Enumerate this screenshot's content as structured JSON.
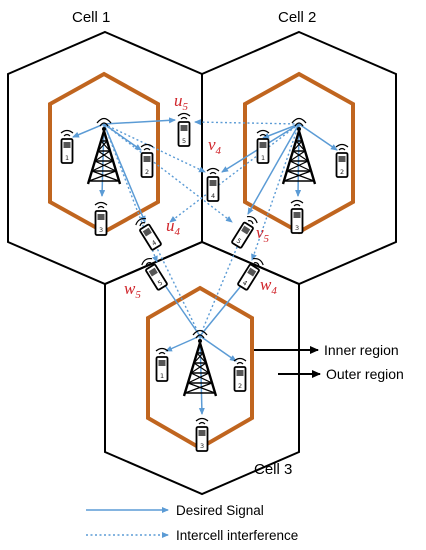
{
  "cells": [
    {
      "id": "cell1",
      "label": "Cell 1"
    },
    {
      "id": "cell2",
      "label": "Cell 2"
    },
    {
      "id": "cell3",
      "label": "Cell 3"
    }
  ],
  "region_labels": {
    "inner": "Inner region",
    "outer": "Outer region"
  },
  "edge_users": {
    "u5": {
      "base": "u",
      "sub": "5"
    },
    "v4": {
      "base": "v",
      "sub": "4"
    },
    "u4": {
      "base": "u",
      "sub": "4"
    },
    "v5": {
      "base": "v",
      "sub": "5"
    },
    "w5": {
      "base": "w",
      "sub": "5"
    },
    "w4": {
      "base": "w",
      "sub": "4"
    }
  },
  "device_numbers": {
    "c1": [
      "1",
      "2",
      "3"
    ],
    "c2": [
      "1",
      "2",
      "3"
    ],
    "c3": [
      "1",
      "2",
      "3"
    ],
    "edge": {
      "u5": "5",
      "v4": "4",
      "u4": "4",
      "v5": "5",
      "w5": "5",
      "w4": "4"
    }
  },
  "legend": {
    "desired": "Desired Signal",
    "interference": "Intercell interference"
  },
  "colors": {
    "hexagon": "#000000",
    "inner_region": "#c0651f",
    "desired_signal": "#5b9bd5",
    "interference": "#5b9bd5",
    "user_label": "#d0242a"
  },
  "icons": {
    "base_station": "tower-icon",
    "user_device": "phone-icon"
  }
}
